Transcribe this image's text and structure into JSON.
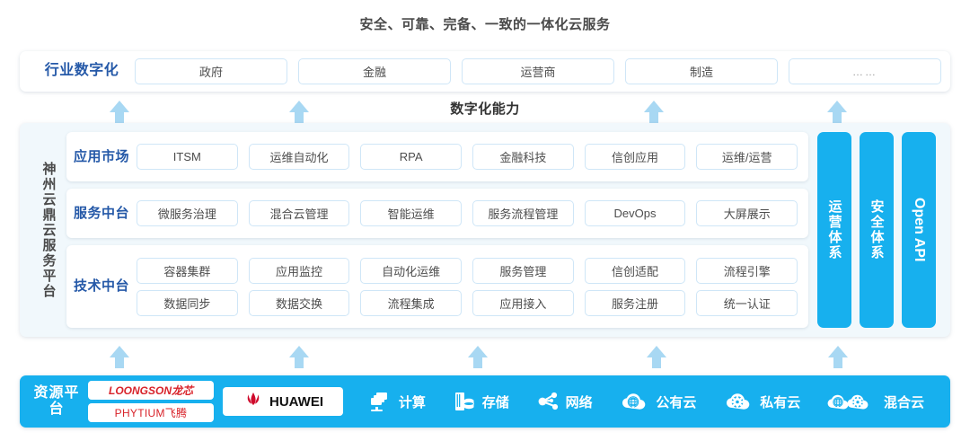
{
  "title": "安全、可靠、完备、一致的一体化云服务",
  "capability_label": "数字化能力",
  "industry": {
    "label": "行业数字化",
    "items": [
      {
        "label": "政府"
      },
      {
        "label": "金融"
      },
      {
        "label": "运营商"
      },
      {
        "label": "制造"
      },
      {
        "label": "……"
      }
    ]
  },
  "platform": {
    "vertical_label": "神州云鼎云服务平台",
    "tiers": [
      {
        "label": "应用市场",
        "rows": [
          [
            "ITSM",
            "运维自动化",
            "RPA",
            "金融科技",
            "信创应用",
            "运维/运营"
          ]
        ]
      },
      {
        "label": "服务中台",
        "rows": [
          [
            "微服务治理",
            "混合云管理",
            "智能运维",
            "服务流程管理",
            "DevOps",
            "大屏展示"
          ]
        ]
      },
      {
        "label": "技术中台",
        "rows": [
          [
            "容器集群",
            "应用监控",
            "自动化运维",
            "服务管理",
            "信创适配",
            "流程引擎"
          ],
          [
            "数据同步",
            "数据交换",
            "流程集成",
            "应用接入",
            "服务注册",
            "统一认证"
          ]
        ]
      }
    ],
    "side_bars": [
      {
        "label": "运营体系",
        "latin": false
      },
      {
        "label": "安全体系",
        "latin": false
      },
      {
        "label": "Open API",
        "latin": true
      }
    ]
  },
  "resource": {
    "label": "资源平台",
    "vendors": [
      {
        "name": "LOONGSON龙芯",
        "icon": "loongson-logo"
      },
      {
        "name": "PHYTIUM飞腾",
        "icon": "phytium-logo"
      }
    ],
    "vendor_big": {
      "name": "HUAWEI",
      "icon": "huawei-logo"
    },
    "items": [
      {
        "label": "计算",
        "icon": "compute-icon"
      },
      {
        "label": "存储",
        "icon": "storage-icon"
      },
      {
        "label": "网络",
        "icon": "network-icon"
      },
      {
        "label": "公有云",
        "icon": "public-cloud-icon"
      },
      {
        "label": "私有云",
        "icon": "private-cloud-icon"
      },
      {
        "label": "混合云",
        "icon": "hybrid-cloud-icon"
      }
    ]
  },
  "colors": {
    "accent_blue": "#17b0ee",
    "label_blue": "#2559a8",
    "arrow_blue": "#a8d8f3",
    "panel_bg": "#f1f8fc",
    "chip_border": "#cfe6f7",
    "vendor_red": "#d8232a"
  },
  "arrows": {
    "upper": [
      133,
      333,
      728,
      932
    ],
    "lower": [
      133,
      333,
      532,
      731,
      933
    ]
  }
}
